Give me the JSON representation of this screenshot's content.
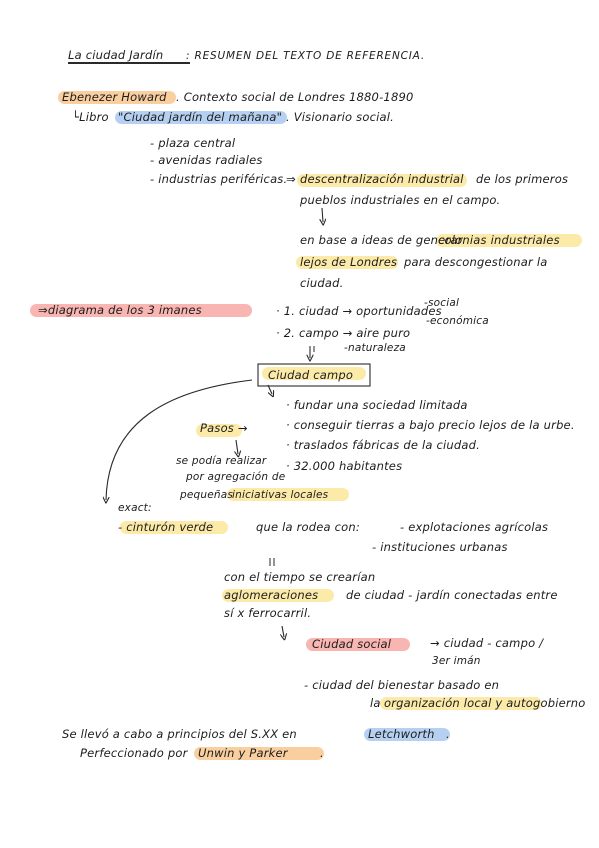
{
  "title": {
    "part1": "La ciudad Jardín",
    "part2": ": RESUMEN DEL TEXTO DE REFERENCIA."
  },
  "author": {
    "name": "Ebenezer Howard",
    "context": ". Contexto social de Londres 1880-1890"
  },
  "book": {
    "prefix": "└Libro",
    "title": "\"Ciudad jardín del mañana\"",
    "suffix": ". Visionario social."
  },
  "features": [
    "- plaza central",
    "- avenidas radiales",
    "- industrias periféricas."
  ],
  "decentralization": {
    "arrow": "⇒",
    "key": "descentralización industrial",
    "rest1": "de los primeros",
    "line2": "pueblos industriales en el campo.",
    "line3a": "en base a ideas de generar",
    "line3b": "colonias industriales",
    "line4a": "lejos de Londres",
    "line4b": "para descongestionar la",
    "line5": "ciudad."
  },
  "magnets": {
    "label": "⇒diagrama de los 3 imanes",
    "item1": "· 1. ciudad → oportunidades",
    "item1_social": "-social",
    "item1_econ": "-económica",
    "item2": "· 2. campo → aire puro",
    "item2_nat": "-naturaleza",
    "result": "Ciudad campo"
  },
  "steps": {
    "label": "Pasos →",
    "items": [
      "· fundar una sociedad limitada",
      "· conseguir tierras a bajo precio lejos de la urbe.",
      "· traslados fábricas de la ciudad.",
      "· 32.000 habitantes"
    ],
    "note1": "se podía realizar",
    "note2": "por agregación de",
    "note3a": "pequeñas",
    "note3b": "iniciativas locales"
  },
  "exact": {
    "label": "exact:",
    "belt": "- cinturón verde",
    "surround": "que la rodea con:",
    "item1": "- explotaciones agrícolas",
    "item2": "- instituciones urbanas"
  },
  "future": {
    "line1": "con el tiempo se crearían",
    "line2a": "aglomeraciones",
    "line2b": "de ciudad - jardín conectadas entre",
    "line3": "sí x ferrocarril."
  },
  "social_city": {
    "label": "Ciudad social",
    "arrow": "→ ciudad - campo /",
    "magnet": "3er imán",
    "desc1": "- ciudad del bienestar basado en",
    "desc2a": "la",
    "desc2b": "organización local y autogobierno"
  },
  "footer": {
    "line1a": "Se llevó a cabo a principios del S.XX en",
    "line1b": "Letchworth",
    "line1c": ".",
    "line2a": "Perfeccionado por",
    "line2b": "Unwin y Parker",
    "line2c": "."
  },
  "colors": {
    "orange": "#f9c78e",
    "blue": "#a9c8f0",
    "yellow": "#fbe69a",
    "pink": "#f7a8a4"
  }
}
